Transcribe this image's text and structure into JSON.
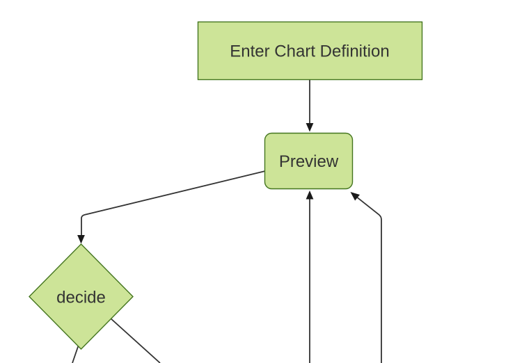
{
  "diagram": {
    "type": "flowchart",
    "orientation": "top-down",
    "background_color": "#ffffff",
    "colors": {
      "node_fill": "#cde498",
      "node_border": "#44751f",
      "edge_line": "#333333",
      "arrowhead": "#1a1a1a",
      "label_text": "#333333"
    },
    "nodes": [
      {
        "id": "enter-chart-definition",
        "label": "Enter Chart Definition",
        "shape": "rectangle"
      },
      {
        "id": "preview",
        "label": "Preview",
        "shape": "rounded-rectangle"
      },
      {
        "id": "decide",
        "label": "decide",
        "shape": "diamond"
      }
    ],
    "edges": [
      {
        "from": "enter-chart-definition",
        "to": "preview",
        "arrowhead": "into preview top"
      },
      {
        "from": "preview",
        "to": "decide",
        "arrowhead": "into decide top"
      },
      {
        "from": "offscreen-bottom",
        "to": "preview",
        "arrowhead": "into preview bottom"
      },
      {
        "from": "offscreen-bottom",
        "to": "preview",
        "arrowhead": "into preview bottom-right corner"
      },
      {
        "from": "decide",
        "to": "offscreen-bottom-left",
        "arrowhead": "none visible (cropped)"
      },
      {
        "from": "decide",
        "to": "offscreen-bottom-right",
        "arrowhead": "none visible (cropped)"
      }
    ]
  }
}
